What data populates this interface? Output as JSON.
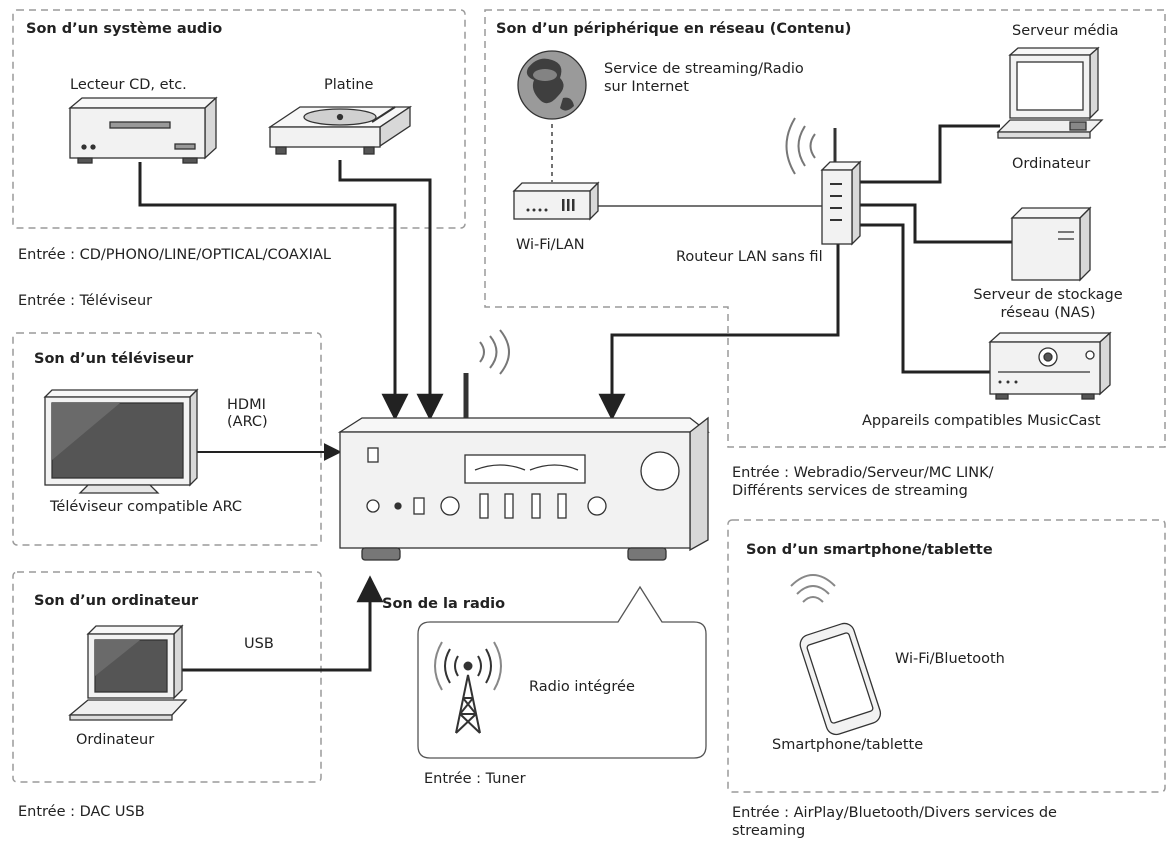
{
  "sections": {
    "audio_system": {
      "title": "Son d’un système audio",
      "cd_player": "Lecteur CD, etc.",
      "turntable": "Platine",
      "input": "Entrée : CD/PHONO/LINE/OPTICAL/COAXIAL"
    },
    "network": {
      "title": "Son d’un périphérique en réseau (Contenu)",
      "streaming": "Service de streaming/Radio sur Internet",
      "wifi_lan": "Wi-Fi/LAN",
      "router": "Routeur LAN sans fil",
      "media_server": "Serveur média",
      "computer": "Ordinateur",
      "nas": "Serveur de stockage réseau (NAS)",
      "musiccast": "Appareils compatibles MusicCast",
      "input_line1": "Entrée : Webradio/Serveur/MC LINK/",
      "input_line2": "Différents services de streaming"
    },
    "tv": {
      "input": "Entrée : Téléviseur",
      "title": "Son d’un téléviseur",
      "hdmi": "HDMI",
      "arc": "(ARC)",
      "device": "Téléviseur compatible ARC"
    },
    "computer": {
      "title": "Son d’un ordinateur",
      "usb": "USB",
      "device": "Ordinateur",
      "input": "Entrée : DAC USB"
    },
    "radio": {
      "title": "Son de la radio",
      "builtin": "Radio intégrée",
      "input": "Entrée : Tuner"
    },
    "smartphone": {
      "title": "Son d’un smartphone/tablette",
      "connection": "Wi-Fi/Bluetooth",
      "device": "Smartphone/tablette",
      "input_line1": "Entrée : AirPlay/Bluetooth/Divers services de",
      "input_line2": "streaming"
    }
  },
  "icons": {
    "globe": "globe-icon",
    "router": "wireless-router-icon",
    "amplifier": "amplifier-icon",
    "antenna": "radio-tower-icon"
  },
  "colors": {
    "line": "#222222",
    "dashed_border": "#9a9a9a",
    "device_fill": "#f2f2f2"
  }
}
